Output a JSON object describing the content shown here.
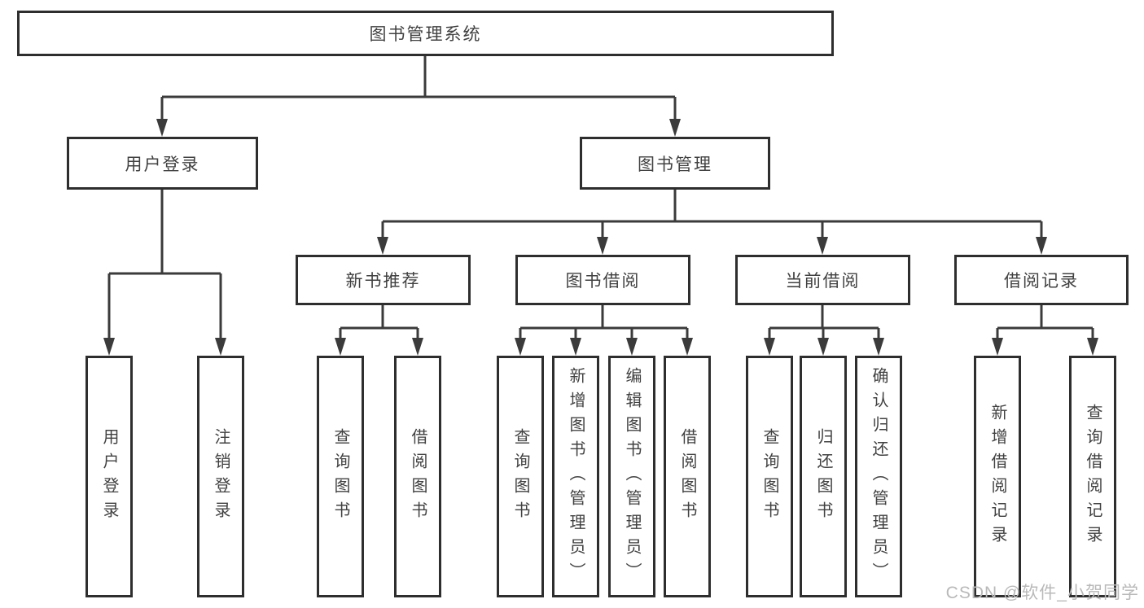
{
  "colors": {
    "line": "#3b3b3b",
    "border": "#2e2e2e",
    "text": "#414141",
    "watermark": "#b9b9b9",
    "bg": "#ffffff"
  },
  "watermark": {
    "text": "CSDN @软件_小贺同学"
  },
  "tree": {
    "label": "图书管理系统",
    "children": [
      {
        "label": "用户登录",
        "children": [
          {
            "label": "用户登录"
          },
          {
            "label": "注销登录"
          }
        ]
      },
      {
        "label": "图书管理",
        "children": [
          {
            "label": "新书推荐",
            "children": [
              {
                "label": "查询图书"
              },
              {
                "label": "借阅图书"
              }
            ]
          },
          {
            "label": "图书借阅",
            "children": [
              {
                "label": "查询图书"
              },
              {
                "label": "新增图书（管理员）"
              },
              {
                "label": "编辑图书（管理员）"
              },
              {
                "label": "借阅图书"
              }
            ]
          },
          {
            "label": "当前借阅",
            "children": [
              {
                "label": "查询图书"
              },
              {
                "label": "归还图书"
              },
              {
                "label": "确认归还（管理员）"
              }
            ]
          },
          {
            "label": "借阅记录",
            "children": [
              {
                "label": "新增借阅记录"
              },
              {
                "label": "查询借阅记录"
              }
            ]
          }
        ]
      }
    ]
  }
}
